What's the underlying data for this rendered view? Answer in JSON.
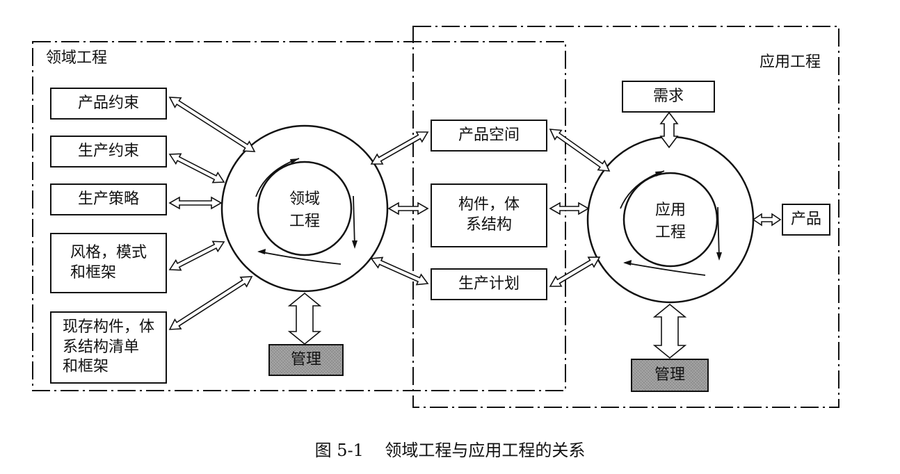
{
  "regions": {
    "domain": {
      "title": "领域工程"
    },
    "application": {
      "title": "应用工程"
    }
  },
  "domain_circle": {
    "label": "领域\n工程"
  },
  "application_circle": {
    "label": "应用\n工程"
  },
  "domain_inputs": [
    {
      "label": "产品约束"
    },
    {
      "label": "生产约束"
    },
    {
      "label": "生产策略"
    },
    {
      "label": "风格，模式\n和框架"
    },
    {
      "label": "现存构件，体\n系结构清单\n和框架"
    }
  ],
  "shared_products": [
    {
      "label": "产品空间"
    },
    {
      "label": "构件，体\n系结构"
    },
    {
      "label": "生产计划"
    }
  ],
  "domain_management": {
    "label": "管理"
  },
  "application_requirement": {
    "label": "需求"
  },
  "application_product": {
    "label": "产品"
  },
  "application_management": {
    "label": "管理"
  },
  "caption": {
    "figure_no": "图 5-1",
    "text": "领域工程与应用工程的关系"
  },
  "colors": {
    "ink": "#111111",
    "shade": "#9a9a9a",
    "background": "#ffffff"
  }
}
